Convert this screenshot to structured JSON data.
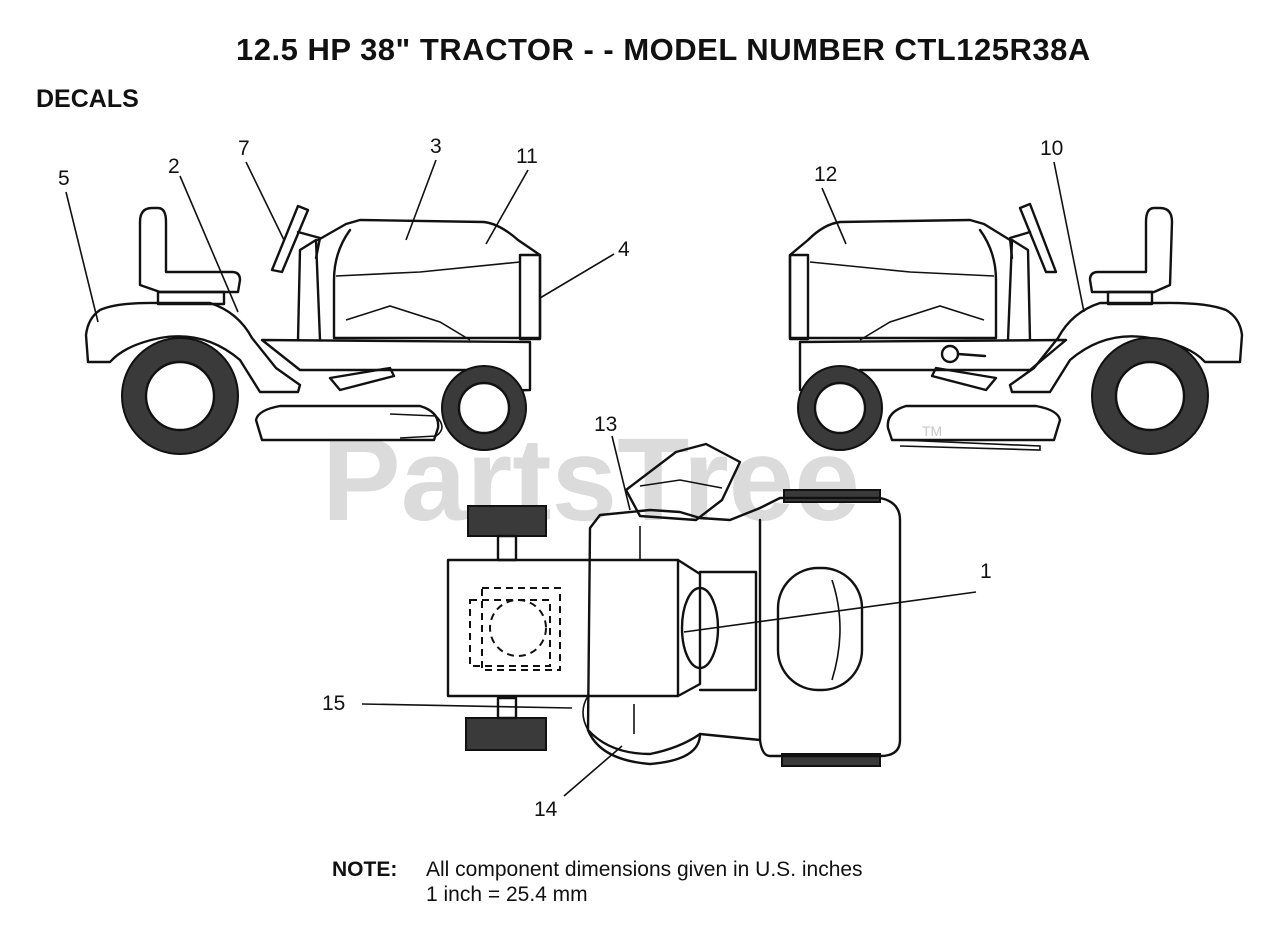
{
  "title": "12.5 HP 38\" TRACTOR - - MODEL NUMBER CTL125R38A",
  "section": "DECALS",
  "watermark": "PartsTree",
  "watermark_mark": "TM",
  "callouts": {
    "c1": "1",
    "c2": "2",
    "c3": "3",
    "c4": "4",
    "c5": "5",
    "c7": "7",
    "c10": "10",
    "c11": "11",
    "c12": "12",
    "c13": "13",
    "c14": "14",
    "c15": "15"
  },
  "note": {
    "label": "NOTE:",
    "line1": "All component dimensions given in U.S. inches",
    "line2": "1 inch = 25.4 mm"
  }
}
